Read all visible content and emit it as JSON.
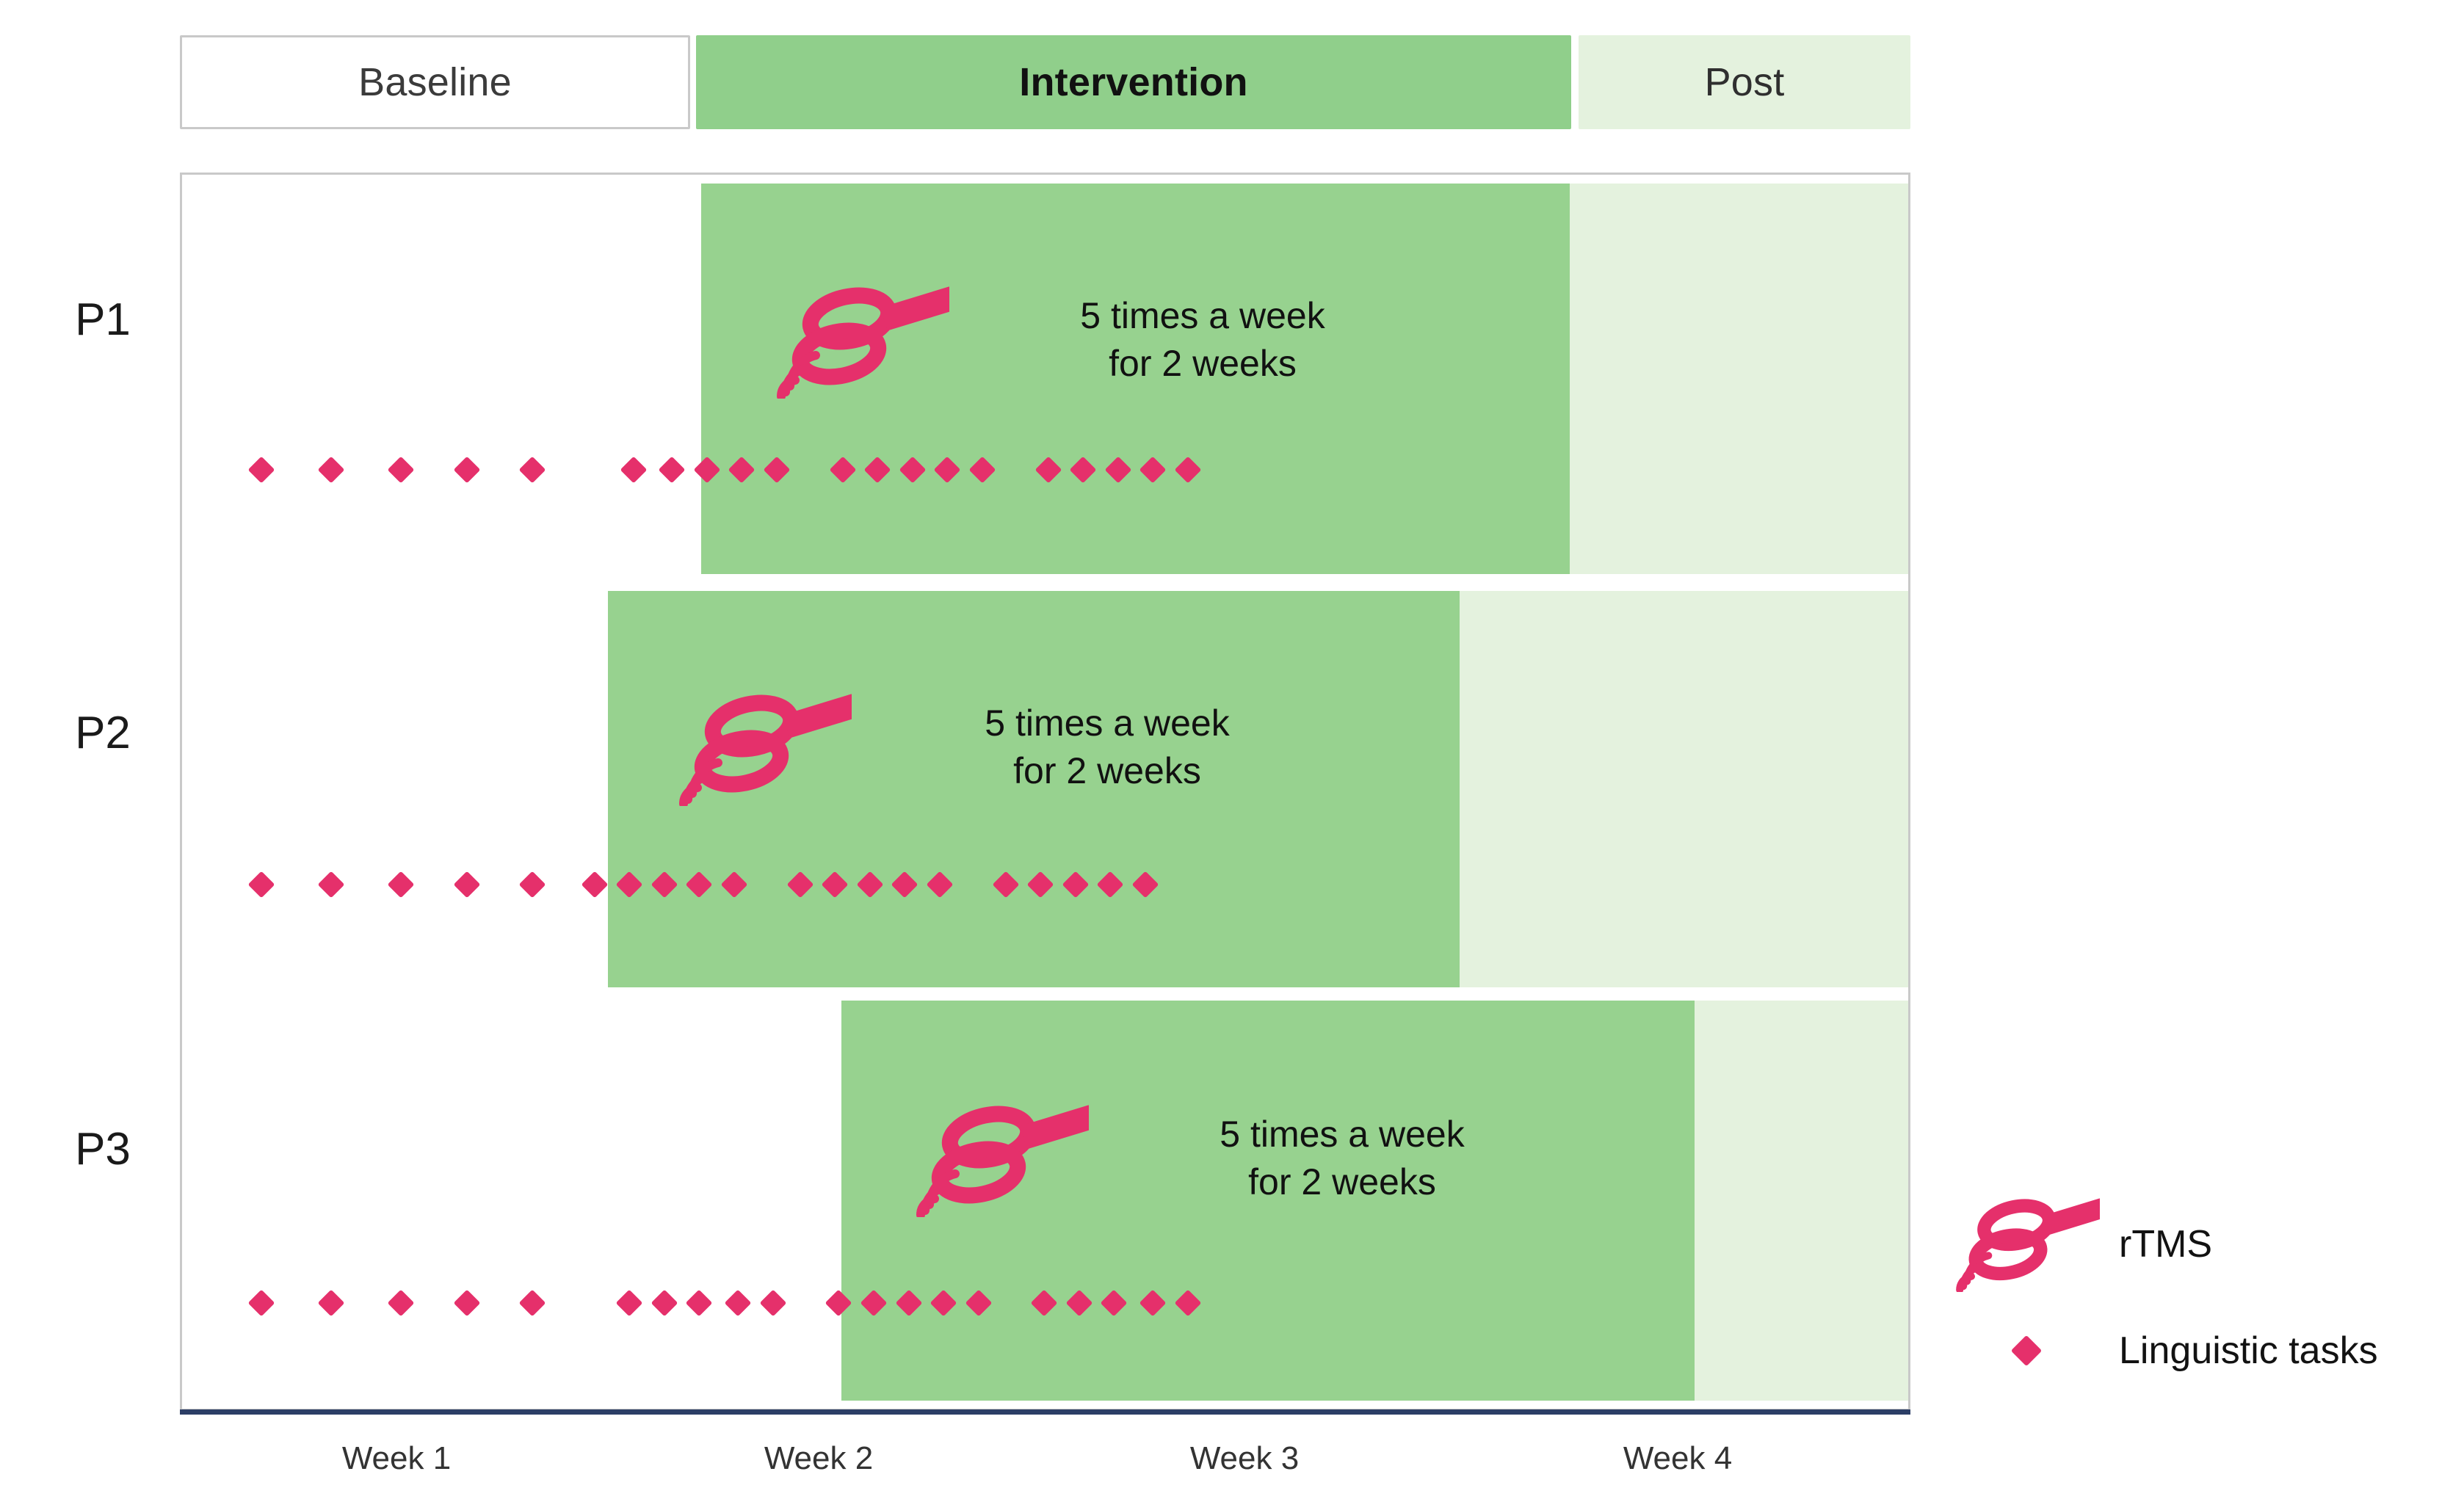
{
  "phases": [
    {
      "id": "baseline",
      "label": "Baseline"
    },
    {
      "id": "intervention",
      "label": "Intervention"
    },
    {
      "id": "post",
      "label": "Post"
    }
  ],
  "rows": [
    {
      "id": "p1",
      "label": "P1",
      "caption": "5 times a week\nfor 2 weeks",
      "icon": "rtms-coil-icon"
    },
    {
      "id": "p2",
      "label": "P2",
      "caption": "5 times a week\nfor 2 weeks",
      "icon": "rtms-coil-icon"
    },
    {
      "id": "p3",
      "label": "P3",
      "caption": "5 times a week\nfor 2 weeks",
      "icon": "rtms-coil-icon"
    }
  ],
  "axis": {
    "ticks": [
      "Week 1",
      "Week 2",
      "Week 3",
      "Week 4"
    ]
  },
  "legend": [
    {
      "id": "rtms",
      "marker": "rtms-coil-icon",
      "label": "rTMS"
    },
    {
      "id": "linguistic-tasks",
      "marker": "diamond-marker",
      "label": "Linguistic tasks"
    }
  ],
  "colors": {
    "intervention_green": "#97d28f",
    "post_green": "#e4f2de",
    "marker_pink": "#e5306b",
    "frame_gray": "#c9c9c9",
    "axis_navy": "#2c3e66",
    "text_dark": "#111111"
  },
  "chart_data": {
    "type": "timeline",
    "title": "",
    "xlabel": "",
    "ylabel": "",
    "x_tick_labels": [
      "Week 1",
      "Week 2",
      "Week 3",
      "Week 4"
    ],
    "x_range_weeks": [
      0,
      4.4
    ],
    "phase_legend": [
      "Baseline",
      "Intervention",
      "Post"
    ],
    "series": [
      {
        "name": "P1",
        "intervention_start_week": 1.22,
        "intervention_end_week": 3.45,
        "post_start_week": 3.45,
        "post_end_week": 4.42,
        "dose_text": "5 times a week for 2 weeks",
        "linguistic_task_weeks": [
          0.17,
          0.35,
          0.53,
          0.7,
          0.87,
          1.13,
          1.23,
          1.32,
          1.41,
          1.5,
          1.67,
          1.76,
          1.85,
          1.94,
          2.03,
          2.2,
          2.29,
          2.38,
          2.47,
          2.56
        ]
      },
      {
        "name": "P2",
        "intervention_start_week": 0.98,
        "intervention_end_week": 3.17,
        "post_start_week": 3.17,
        "post_end_week": 4.42,
        "dose_text": "5 times a week for 2 weeks",
        "linguistic_task_weeks": [
          0.17,
          0.35,
          0.53,
          0.7,
          0.87,
          1.03,
          1.12,
          1.21,
          1.3,
          1.39,
          1.56,
          1.65,
          1.74,
          1.83,
          1.92,
          2.09,
          2.18,
          2.27,
          2.36,
          2.45
        ]
      },
      {
        "name": "P3",
        "intervention_start_week": 1.58,
        "intervention_end_week": 3.78,
        "post_start_week": 3.78,
        "post_end_week": 4.42,
        "dose_text": "5 times a week for 2 weeks",
        "linguistic_task_weeks": [
          0.17,
          0.35,
          0.53,
          0.7,
          0.87,
          1.12,
          1.21,
          1.3,
          1.4,
          1.49,
          1.66,
          1.75,
          1.84,
          1.93,
          2.02,
          2.19,
          2.28,
          2.37,
          2.47,
          2.56
        ]
      }
    ],
    "marker_legend": {
      "diamond": "Linguistic tasks",
      "coil": "rTMS"
    }
  }
}
